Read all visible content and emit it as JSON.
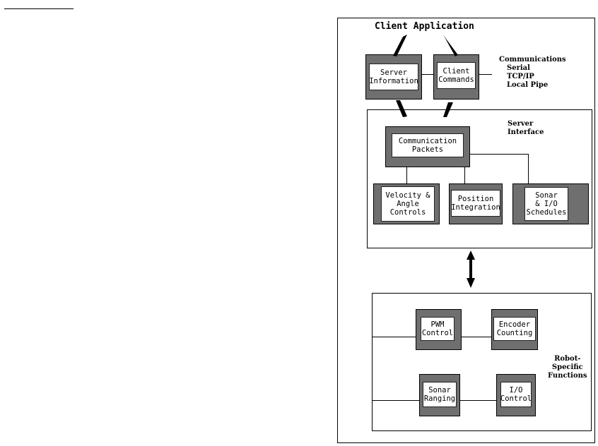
{
  "title": "Client Application",
  "communications": {
    "heading": "Communications",
    "items": [
      "Serial",
      "TCP/IP",
      "Local Pipe"
    ]
  },
  "server_interface_label": "Server\nInterface",
  "robot_label": "Robot-\nSpecific\nFunctions",
  "boxes": {
    "server_information": "Server\nInformation",
    "client_commands": "Client\nCommands",
    "communication_packets": "Communication\nPackets",
    "velocity_controls": "Velocity &\nAngle\nControls",
    "position_integration": "Position\nIntegration",
    "sonar_schedules": "Sonar\n& I/O\nSchedules",
    "pwm_control": "PWM\nControl",
    "encoder_counting": "Encoder\nCounting",
    "sonar_ranging": "Sonar\nRanging",
    "io_control": "I/O\nControl"
  }
}
